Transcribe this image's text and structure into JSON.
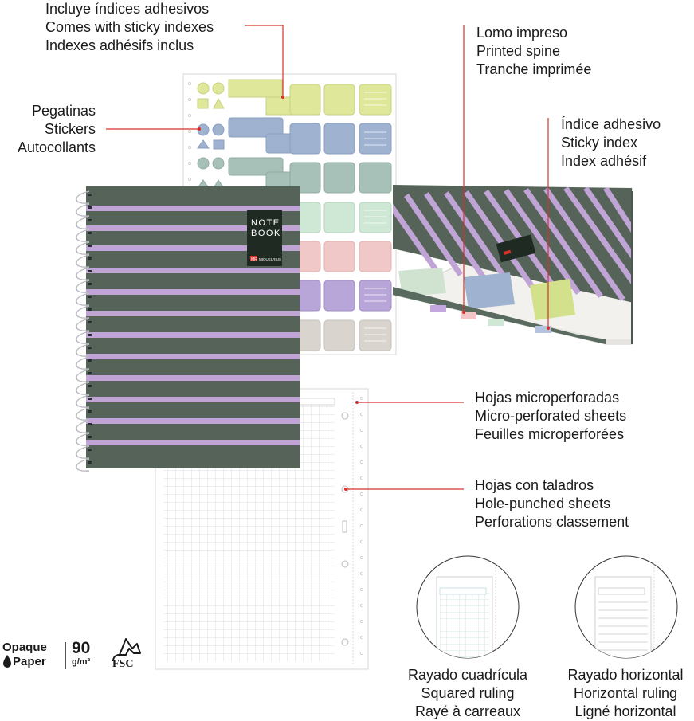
{
  "callouts": {
    "sticky_indexes": [
      "Incluye índices adhesivos",
      "Comes with sticky indexes",
      "Indexes adhésifs inclus"
    ],
    "stickers": [
      "Pegatinas",
      "Stickers",
      "Autocollants"
    ],
    "printed_spine": [
      "Lomo impreso",
      "Printed spine",
      "Tranche imprimée"
    ],
    "sticky_index": [
      "Índice adhesivo",
      "Sticky index",
      "Index adhésif"
    ],
    "micro_perforated": [
      "Hojas microperforadas",
      "Micro-perforated sheets",
      "Feuilles microperforées"
    ],
    "hole_punched": [
      "Hojas con taladros",
      "Hole-punched sheets",
      "Perforations classement"
    ]
  },
  "rulings": {
    "squared": [
      "Rayado cuadrícula",
      "Squared ruling",
      "Rayé à carreaux"
    ],
    "horizontal": [
      "Rayado horizontal",
      "Horizontal ruling",
      "Ligné horizontal"
    ]
  },
  "cover": {
    "title_line1": "NOTE",
    "title_line2": "BOOK",
    "brand_mark": "MR",
    "brand": "MIQUELRIUS"
  },
  "badges": {
    "opaque_line1": "Opaque",
    "opaque_line2": "Paper",
    "weight_value": "90",
    "weight_unit": "g/m²",
    "fsc": "FSC"
  },
  "colors": {
    "cover_green": "#556358",
    "stripe_lilac": "#c0a4d6",
    "callout_red": "#d9302c",
    "sticker_yellow": "#dfe89a",
    "sticker_blue": "#9fb2cf",
    "sticker_teal": "#a8c1b8",
    "sticker_mint": "#cfe8d6",
    "sticker_pink": "#f1c8c8",
    "sticker_purple": "#b9a6d8",
    "sticker_grey": "#d4d0c9"
  }
}
